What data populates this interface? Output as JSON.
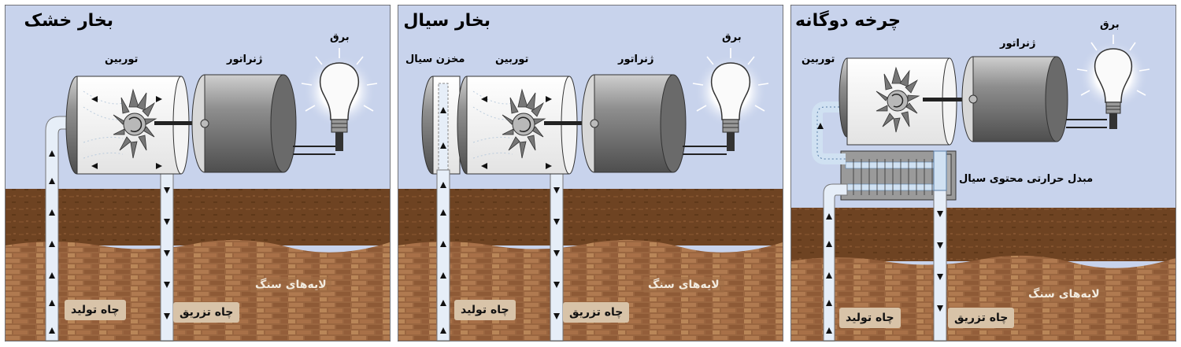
{
  "panels": [
    {
      "title": "بخار خشک",
      "turbine": "توربین",
      "generator": "ژنراتور",
      "power": "برق",
      "production_well": "چاه تولید",
      "injection_well": "چاه تزریق",
      "rock_layers": "لایه‌های سنگ"
    },
    {
      "title": "بخار سیال",
      "tank": "مخزن سیال",
      "turbine": "توربین",
      "generator": "ژنراتور",
      "power": "برق",
      "production_well": "چاه تولید",
      "injection_well": "چاه تزریق",
      "rock_layers": "لایه‌های سنگ"
    },
    {
      "title": "چرخه دوگانه",
      "turbine": "توربین",
      "generator": "ژنراتور",
      "power": "برق",
      "heat_exchanger": "مبدل حرارتی محتوی سیال",
      "production_well": "چاه تولید",
      "injection_well": "چاه تزریق",
      "rock_layers": "لایه‌های سنگ"
    }
  ],
  "colors": {
    "sky": "#c8d3ec",
    "soil_top": "#7a4c2a",
    "soil_bottom": "#9c6a44",
    "well": "#e6eef8",
    "label_box": "#d8c3a8",
    "metal": "#8c8c8c"
  },
  "icons": [
    "turbine-icon",
    "generator-icon",
    "light-bulb-icon",
    "arrow-up-icon",
    "arrow-down-icon"
  ]
}
